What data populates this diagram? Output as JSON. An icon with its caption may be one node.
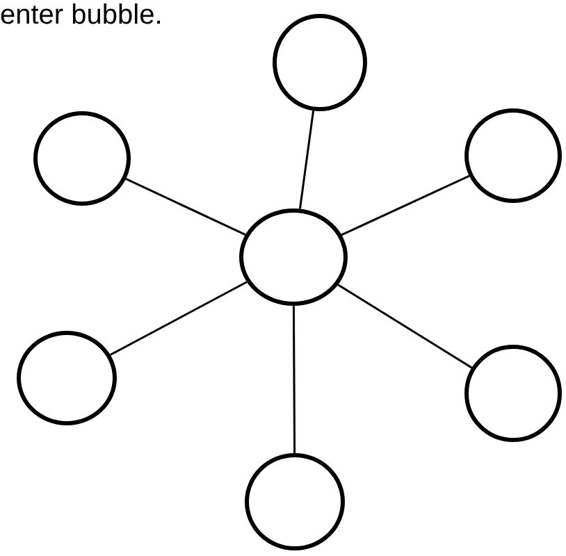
{
  "diagram": {
    "nodes": [
      {
        "text": [],
        "shape": "circle"
      },
      {
        "text": [],
        "shape": "circle"
      },
      {
        "text": [],
        "shape": "circle"
      },
      {
        "text": [],
        "shape": "circle"
      },
      {
        "text": [],
        "shape": "circle"
      },
      {
        "text": [],
        "shape": "circle"
      },
      {
        "text": [],
        "shape": "circle"
      }
    ],
    "edges": [
      {
        "from": 3,
        "to": 0,
        "arrow": "none"
      },
      {
        "from": 3,
        "to": 1,
        "arrow": "none"
      },
      {
        "from": 3,
        "to": 2,
        "arrow": "none"
      },
      {
        "from": 3,
        "to": 4,
        "arrow": "none"
      },
      {
        "from": 3,
        "to": 5,
        "arrow": "none"
      },
      {
        "from": 3,
        "to": 6,
        "arrow": "none"
      }
    ],
    "labels": [
      "enter bubble."
    ]
  }
}
